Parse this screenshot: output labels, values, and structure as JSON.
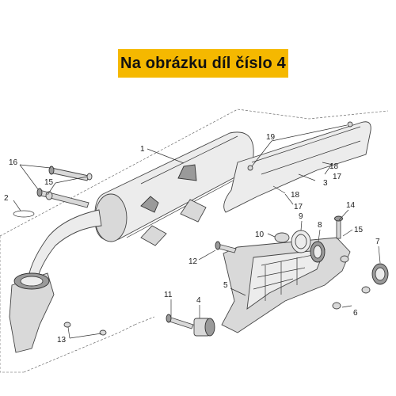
{
  "banner": {
    "text": "Na obrázku díl číslo 4",
    "color": "#f5b800"
  },
  "callouts": [
    "1",
    "2",
    "3",
    "4",
    "5",
    "6",
    "7",
    "8",
    "9",
    "10",
    "11",
    "12",
    "13",
    "14",
    "15",
    "15",
    "16",
    "17",
    "17",
    "18",
    "18",
    "19"
  ]
}
